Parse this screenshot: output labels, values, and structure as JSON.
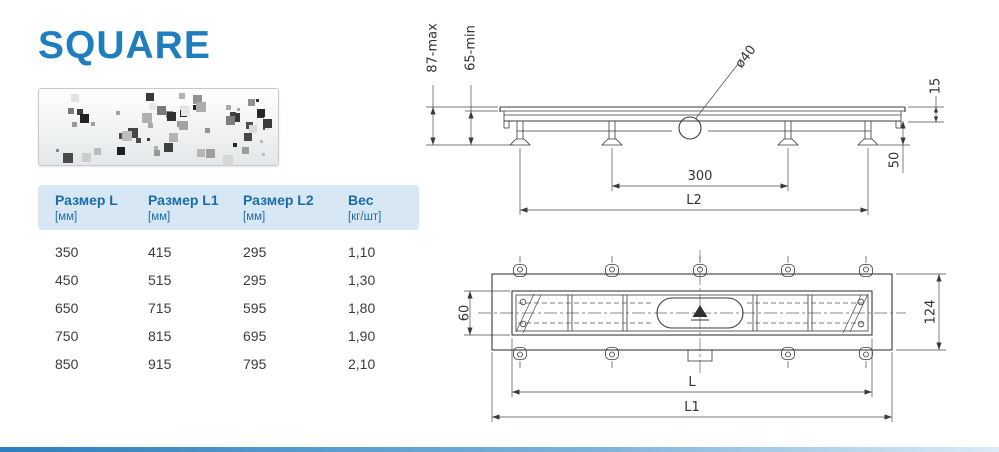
{
  "page": {
    "title": "SQUARE"
  },
  "colors": {
    "accent": "#1f7fbe",
    "table_header_bg": "#d8e7f4",
    "table_header_text": "#1a6ca8",
    "value_text": "#3c3c3c"
  },
  "table": {
    "headers": [
      {
        "label": "Размер L",
        "unit": "[мм]"
      },
      {
        "label": "Размер L1",
        "unit": "[мм]"
      },
      {
        "label": "Размер L2",
        "unit": "[мм]"
      },
      {
        "label": "Вес",
        "unit": "[кг/шт]"
      }
    ],
    "rows": [
      {
        "l": "350",
        "l1": "415",
        "l2": "295",
        "weight": "1,10"
      },
      {
        "l": "450",
        "l1": "515",
        "l2": "295",
        "weight": "1,30"
      },
      {
        "l": "650",
        "l1": "715",
        "l2": "595",
        "weight": "1,80"
      },
      {
        "l": "750",
        "l1": "815",
        "l2": "695",
        "weight": "1,90"
      },
      {
        "l": "850",
        "l1": "915",
        "l2": "795",
        "weight": "2,10"
      }
    ]
  },
  "side_view": {
    "height_max": "87-max",
    "height_min": "65-min",
    "outlet_diameter": "ø40",
    "edge_height": "15",
    "leg_height": "50",
    "outlet_spacing": "300",
    "length_l2": "L2"
  },
  "top_view": {
    "channel_width": "60",
    "body_width": "124",
    "length_l": "L",
    "length_l1": "L1"
  }
}
